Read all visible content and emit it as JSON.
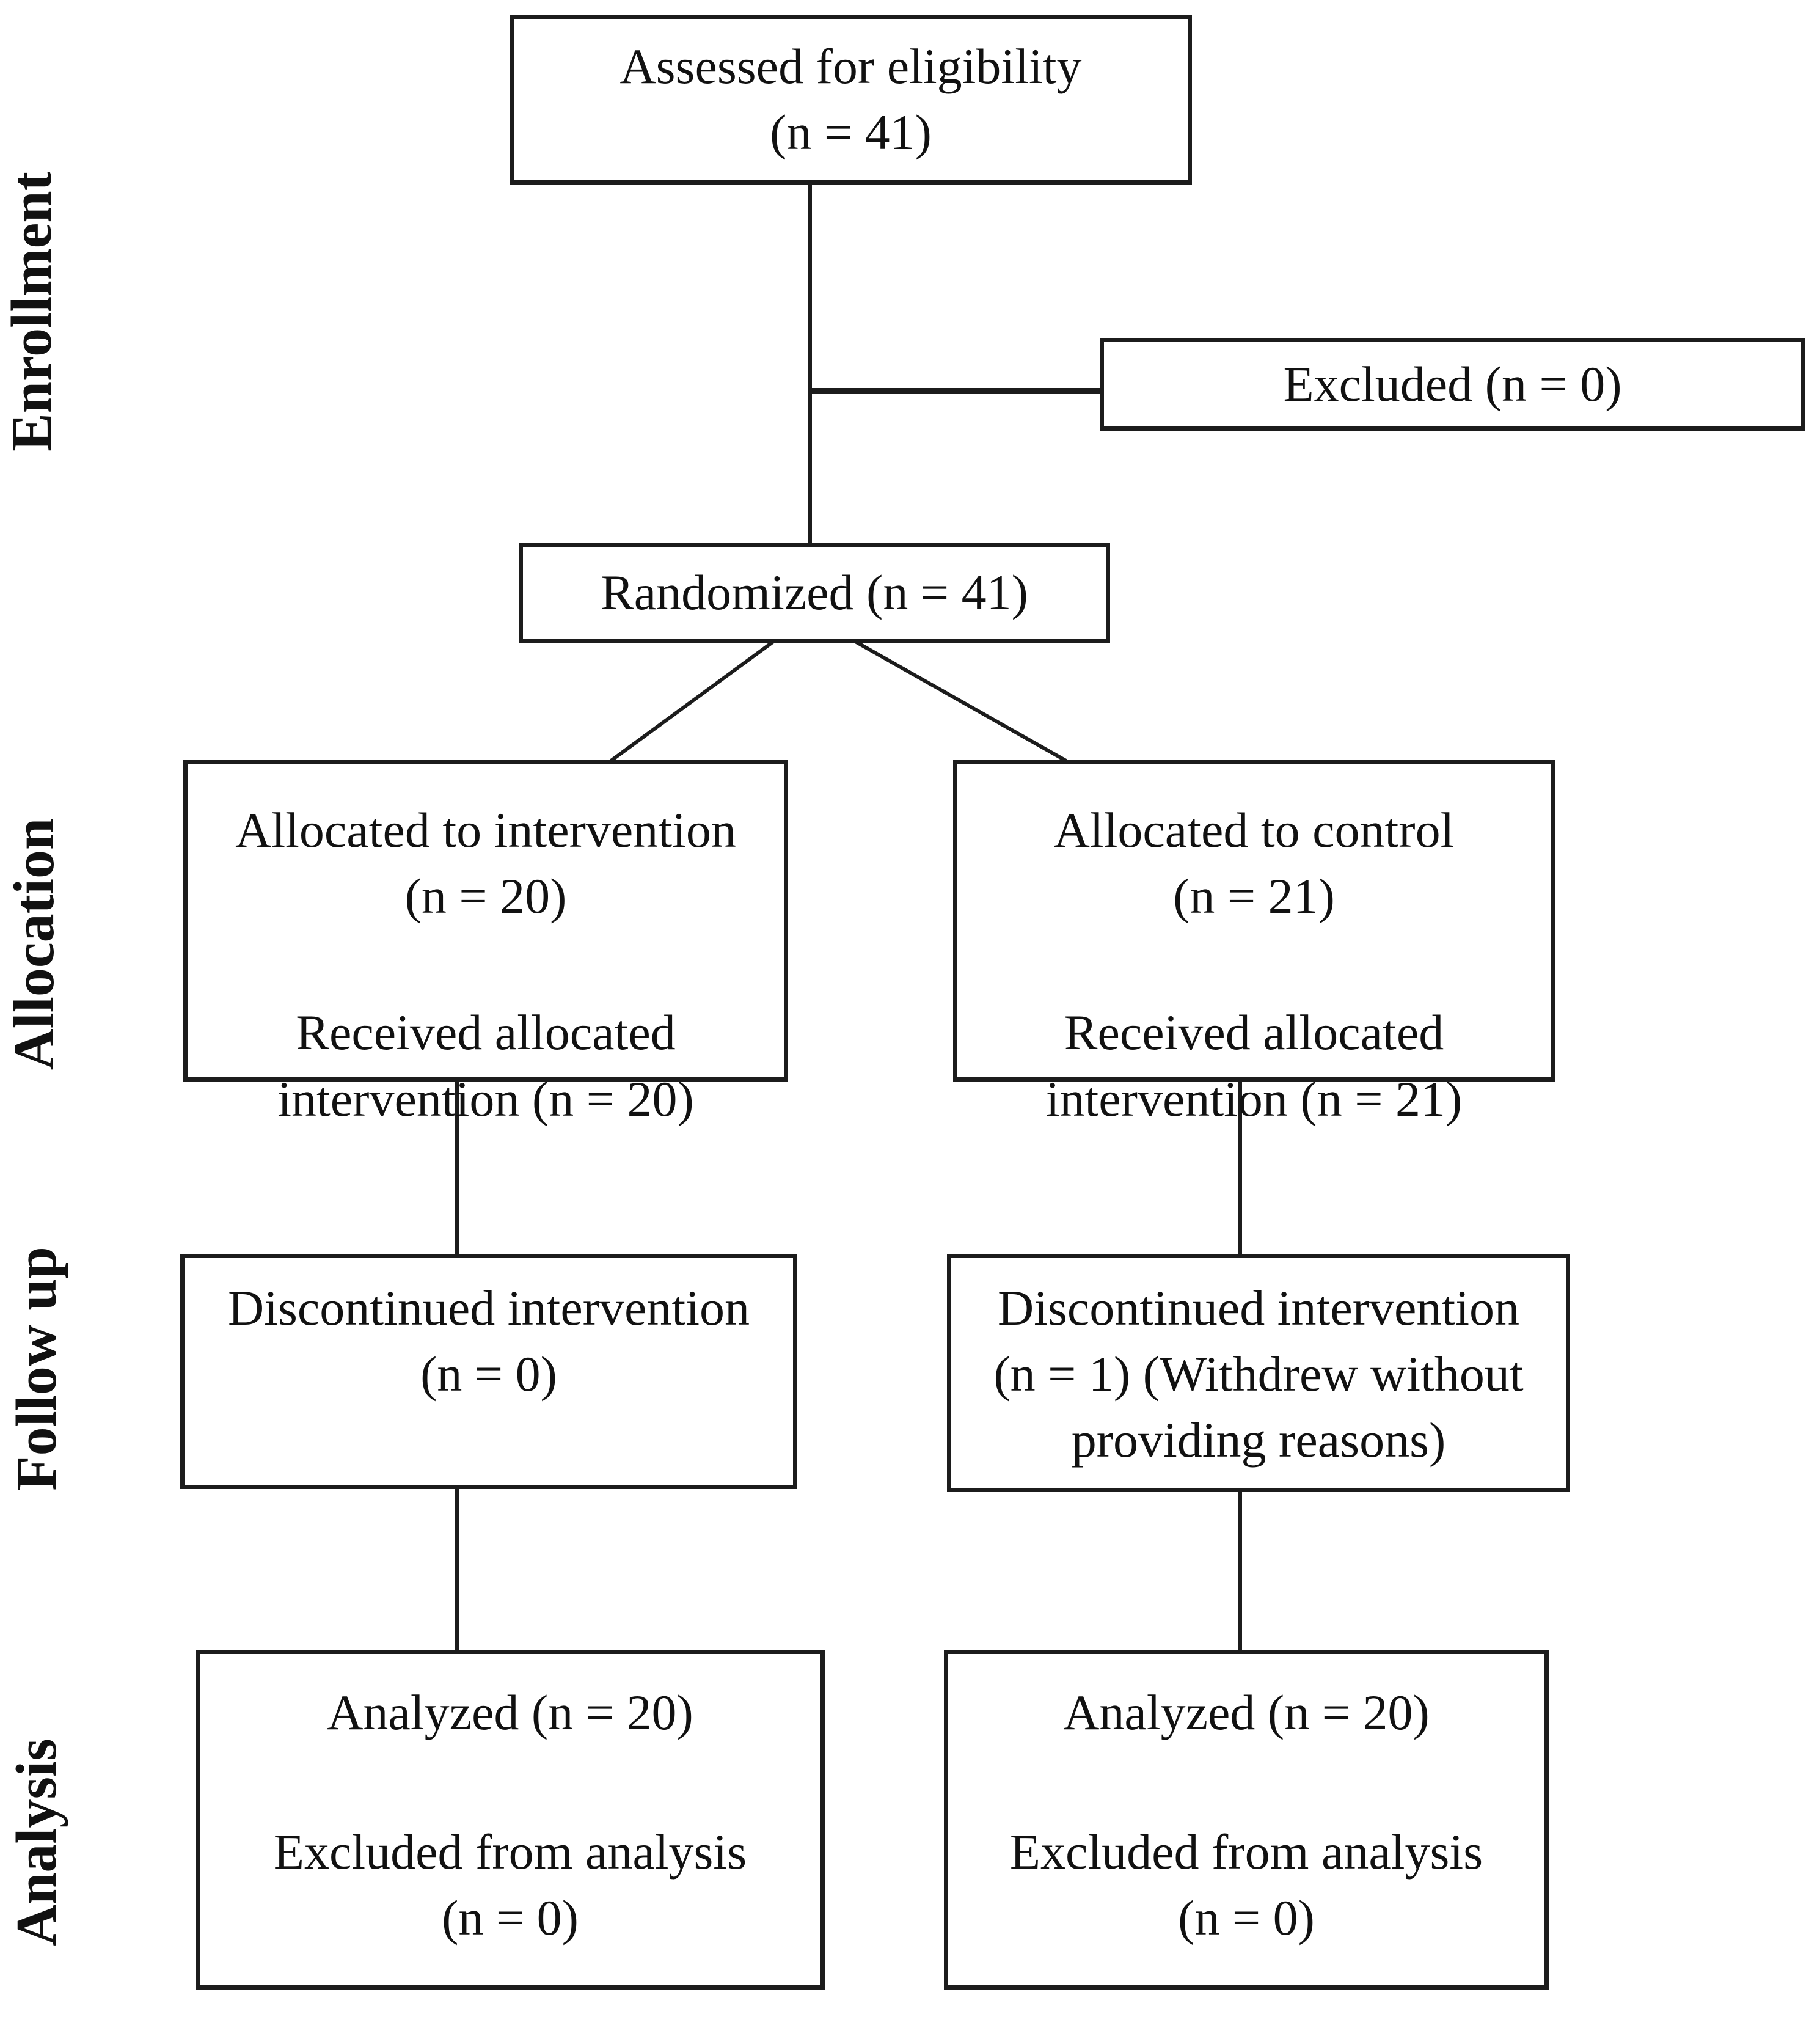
{
  "stage_labels": {
    "enrollment": "Enrollment",
    "allocation": "Allocation",
    "follow_up": "Follow up",
    "analysis": "Analysis"
  },
  "boxes": {
    "assessed": {
      "line1": "Assessed for eligibility",
      "line2": "(n = 41)"
    },
    "excluded": {
      "line1": "Excluded (n = 0)"
    },
    "randomized": {
      "line1": "Randomized (n = 41)"
    },
    "allocated_intervention": {
      "line1": "Allocated to intervention",
      "line2": "(n = 20)",
      "line3": "Received allocated",
      "line4": "intervention (n = 20)"
    },
    "allocated_control": {
      "line1": "Allocated to control",
      "line2": "(n = 21)",
      "line3": "Received allocated",
      "line4": "intervention (n = 21)"
    },
    "discontinued_intervention": {
      "line1": "Discontinued intervention",
      "line2": "(n = 0)"
    },
    "discontinued_control": {
      "line1": "Discontinued intervention",
      "line2": "(n = 1) (Withdrew without",
      "line3": "providing reasons)"
    },
    "analyzed_intervention": {
      "line1": "Analyzed (n = 20)",
      "line2": "Excluded from analysis",
      "line3": "(n = 0)"
    },
    "analyzed_control": {
      "line1": "Analyzed (n = 20)",
      "line2": "Excluded from analysis",
      "line3": "(n = 0)"
    }
  },
  "colors": {
    "background": "#ffffff",
    "text": "#111111",
    "line": "#1c1c1c"
  }
}
